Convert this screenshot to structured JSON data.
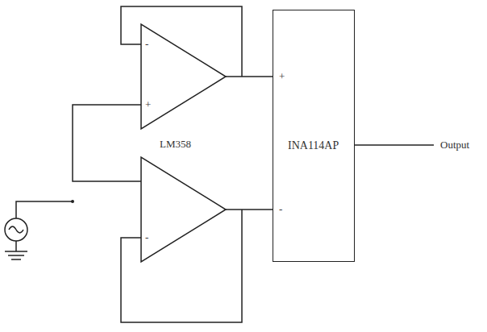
{
  "diagram": {
    "nodes": [
      {
        "text": [
          "INA114AP"
        ]
      }
    ],
    "labels": [
      "-",
      "+",
      "LM358",
      "-",
      "+",
      "-",
      "Output"
    ]
  }
}
